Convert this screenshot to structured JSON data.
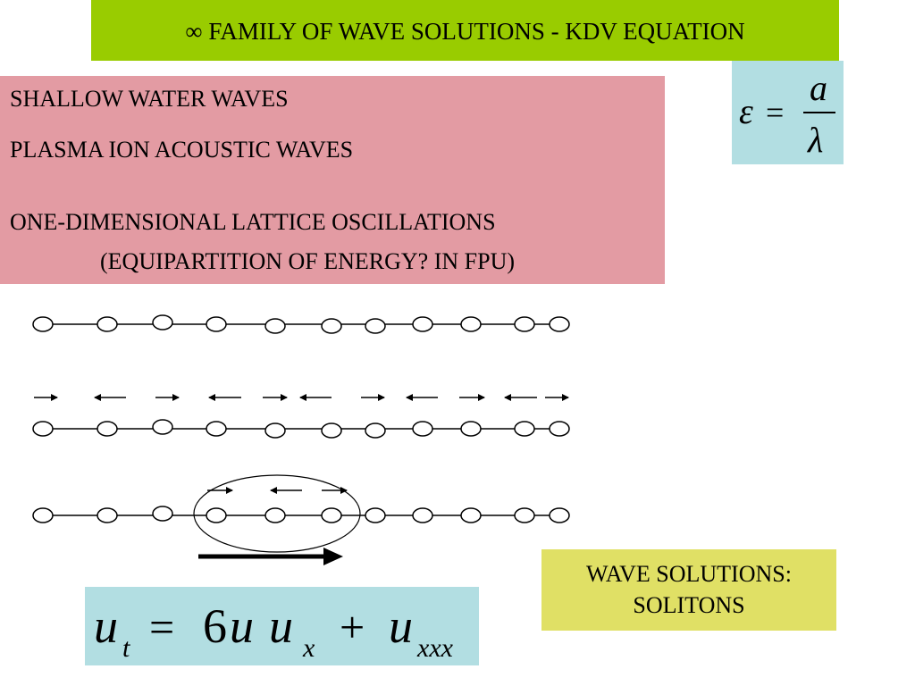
{
  "title": "∞ FAMILY OF WAVE SOLUTIONS - KDV EQUATION",
  "topics": [
    "SHALLOW WATER WAVES",
    "PLASMA ION ACOUSTIC WAVES",
    "ONE-DIMENSIONAL LATTICE OSCILLATIONS",
    "(EQUIPARTITION OF ENERGY? IN FPU)"
  ],
  "epsilon_formula": {
    "lhs": "ε",
    "eq": "=",
    "numerator": "a",
    "denominator": "λ"
  },
  "kdv_equation": {
    "u": "u",
    "t_sub": "t",
    "eq": "=",
    "six": "6",
    "x_sub": "x",
    "plus": "+",
    "xxx_sub": "xxx"
  },
  "solutions_label": {
    "line1": "WAVE SOLUTIONS:",
    "line2": "SOLITONS"
  },
  "colors": {
    "title_bg": "#99cc00",
    "topics_bg": "#e39ba3",
    "formula_bg": "#b2dee2",
    "solutions_bg": "#e0e065"
  }
}
